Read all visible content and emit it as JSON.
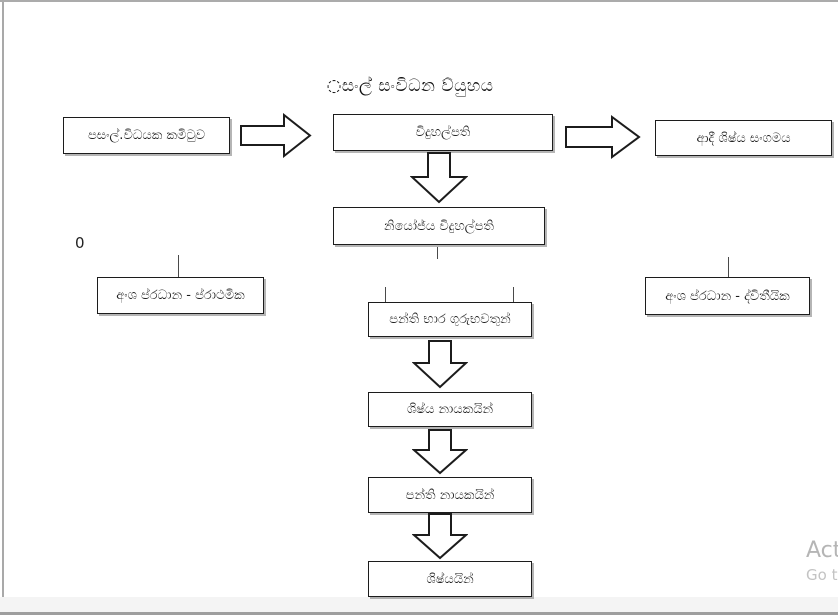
{
  "document": {
    "title": "◌සංල් සංවිධන ව්යුහය",
    "stray_text": "0",
    "watermark": {
      "line1": "Act",
      "line2": "Go t"
    }
  },
  "diagram": {
    "nodes": {
      "executive_committee": "පසංල්.විධයක කමිටුව",
      "principal": "විදුහල්පති",
      "alumni_association": "ආදී ශිෂ්ය සංගමය",
      "deputy_principal": "නියෝජ්ය විදුහල්පති",
      "section_head_primary": "අංශ ප්රධාන - ප්රාථමික",
      "section_head_secondary": "අංශ ප්රධාන - ද්විතීයික",
      "class_teachers": "පන්ති භාර ගුරුභවතුන්",
      "student_leaders": "ශිෂ්ය නායකයින්",
      "class_leaders": "පන්ති නායකයින්",
      "students": "ශිෂ්යයින්"
    }
  },
  "colors": {
    "box_border": "#1c1c1c",
    "box_fill": "#ffffff",
    "frame": "#a9a9a9",
    "footer_strip": "#f4f4f4",
    "watermark_primary": "#b5b5b5",
    "watermark_secondary": "#c3c3c3"
  }
}
